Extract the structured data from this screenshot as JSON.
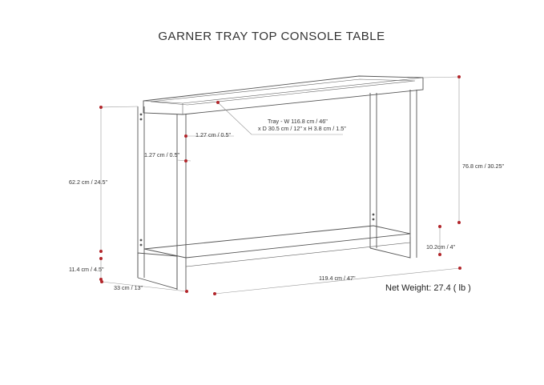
{
  "title": "GARNER TRAY TOP CONSOLE TABLE",
  "dimensions": {
    "tube_top": "1.27 cm / 0.5\"",
    "tube_side": "1.27 cm / 0.5\"",
    "tray_line1": "Tray - W 116.8 cm / 46\"",
    "tray_line2": "x D 30.5 cm / 12\" x H 3.8 cm / 1.5\"",
    "shelf_height": "62.2 cm / 24.5\"",
    "total_height": "76.8 cm / 30.25\"",
    "bottom_clearance": "11.4 cm / 4.5\"",
    "shelf_thickness": "10.2cm / 4\"",
    "depth": "33 cm / 13\"",
    "width": "119.4 cm / 47\""
  },
  "net_weight": "Net Weight: 27.4 ( lb )",
  "colors": {
    "dimension_marker": "#b2252a",
    "drawing_line": "#555555",
    "text": "#333333"
  }
}
